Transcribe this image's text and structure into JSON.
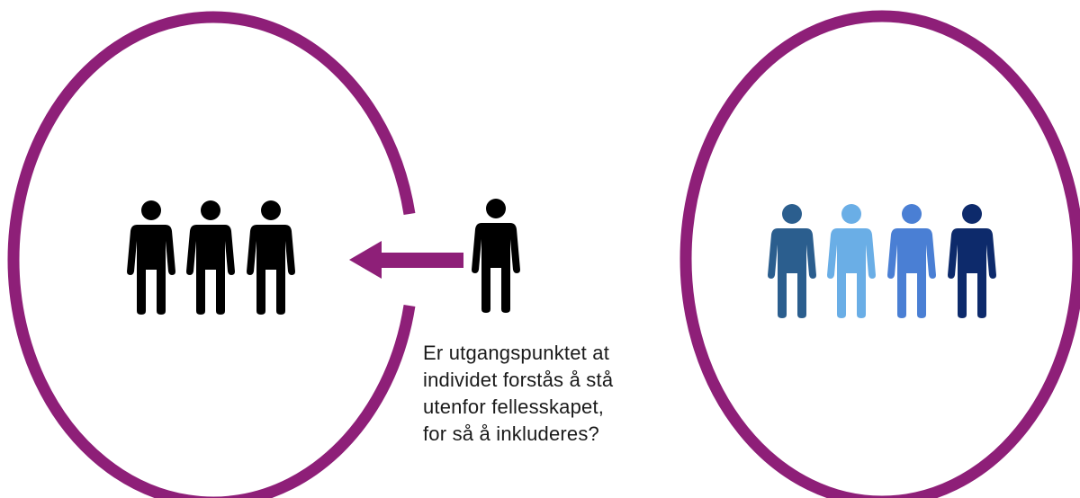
{
  "question": {
    "lines": [
      "Er utgangspunktet at",
      "individet  forstås å stå",
      "utenfor fellesskapet,",
      "for så å inkluderes?"
    ]
  },
  "colors": {
    "ring": "#8e1f78",
    "arrow": "#8e1f78",
    "person_black": "#000000",
    "person_steel_blue": "#2b5e8e",
    "person_light_blue": "#6aaee6",
    "person_medium_blue": "#4a7fd4",
    "person_navy": "#0d2a6b"
  },
  "left_group": {
    "icons": [
      "person-icon",
      "person-icon",
      "person-icon"
    ],
    "color": "black"
  },
  "outsider": {
    "icon": "person-icon",
    "color": "black"
  },
  "right_group": {
    "icons": [
      "person-icon",
      "person-icon",
      "person-icon",
      "person-icon"
    ],
    "colors": [
      "steel-blue",
      "light-blue",
      "medium-blue",
      "navy"
    ]
  }
}
